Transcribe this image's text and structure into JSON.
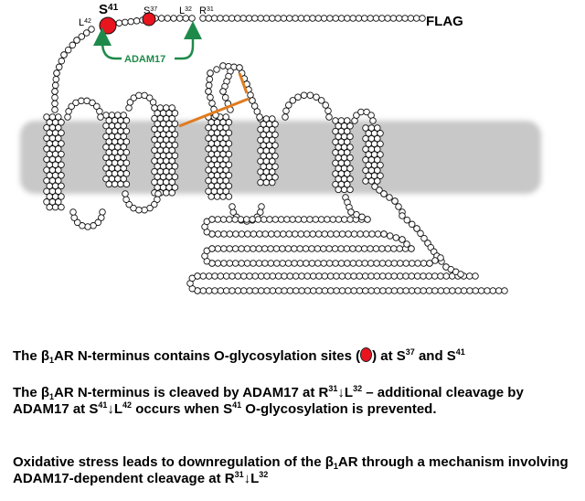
{
  "diagram": {
    "flag_label": "FLAG",
    "adam17_label": "ADAM17",
    "residues": {
      "s41": {
        "letter": "S",
        "num": "41"
      },
      "s37": {
        "letter": "S",
        "num": "37"
      },
      "l32": {
        "letter": "L",
        "num": "32"
      },
      "r31": {
        "letter": "R",
        "num": "31"
      },
      "l42": {
        "letter": "L",
        "num": "42"
      }
    },
    "colors": {
      "membrane": "#c8c8c8",
      "glyco_site": "#e8141e",
      "adam17_arrow": "#1e8a4a",
      "disulfide": "#e07b1e",
      "residue_outline": "#111111"
    }
  },
  "captions": {
    "c1": {
      "a": "The β",
      "b": "1",
      "c": "AR N-terminus contains O-glycosylation sites (",
      "d": ") at S",
      "e": "37",
      "f": " and S",
      "g": "41"
    },
    "c2": {
      "a": "The β",
      "b": "1",
      "c": "AR N-terminus is cleaved by ADAM17 at R",
      "d": "31",
      "e": "↓L",
      "f": "32",
      "g": " – additional cleavage by ADAM17 at S",
      "h": "41",
      "i": "↓L",
      "j": "42",
      "k": " occurs when S",
      "l": "41",
      "m": " O-glycosylation is prevented."
    },
    "c3": {
      "a": "Oxidative stress leads to downregulation of the β",
      "b": "1",
      "c": "AR through a mechanism involving ADAM17-dependent cleavage at R",
      "d": "31",
      "e": "↓L",
      "f": "32"
    }
  }
}
